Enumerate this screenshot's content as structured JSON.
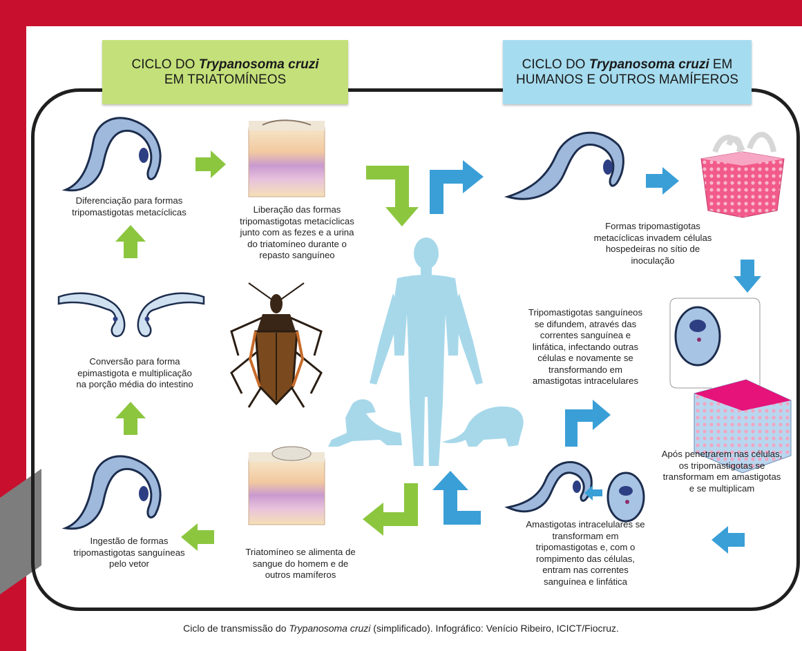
{
  "headers": {
    "left": {
      "line1_prefix": "CICLO DO ",
      "line1_italic": "Trypanosoma cruzi",
      "line2": "EM TRIATOMÍNEOS"
    },
    "right": {
      "line1_prefix": "CICLO DO ",
      "line1_italic": "Trypanosoma cruzi",
      "line1_suffix": " EM",
      "line2": "HUMANOS E OUTROS MAMÍFEROS"
    }
  },
  "triatomine_cycle": {
    "step_differentiation": [
      "Diferenciação para formas",
      "tripomastigotas metacíclicas"
    ],
    "step_release": [
      "Liberação das formas",
      "tripomastigotas metacíclicas",
      "junto com as fezes e a urina",
      "do triatomíneo durante o",
      "repasto sanguíneo"
    ],
    "step_conversion": [
      "Conversão para forma",
      "epimastigota e multiplicação",
      "na porção média do intestino"
    ],
    "step_ingestion": [
      "Ingestão de formas",
      "tripomastigotas sanguíneas",
      "pelo vetor"
    ],
    "step_feeding": [
      "Triatomíneo se alimenta de",
      "sangue do homem e de",
      "outros mamíferos"
    ]
  },
  "human_cycle": {
    "step_invasion": [
      "Formas tripomastigotas",
      "metacíclicas invadem células",
      "hospedeiras no sítio de",
      "inoculação"
    ],
    "step_spread": [
      "Tripomastigotas sanguíneos",
      "se difundem, através das",
      "correntes sanguínea e",
      "linfática, infectando outras",
      "células e novamente se",
      "transformando em",
      "amastigotas intracelulares"
    ],
    "step_amastigotes": [
      "Após penetrarem nas células,",
      "os tripomastigotas se",
      "transformam em amastigotas",
      "e se multiplicam"
    ],
    "step_transform": [
      "Amastigotas intracelulares se",
      "transformam em",
      "tripomastigotas e, com o",
      "rompimento das células,",
      "entram nas correntes",
      "sanguínea e linfática"
    ]
  },
  "caption": {
    "prefix": "Ciclo de transmissão do ",
    "italic": "Trypanosoma cruzi",
    "suffix": " (simplificado). Infográfico: Venício Ribeiro, ICICT/Fiocruz."
  },
  "colors": {
    "brand_red": "#c8102e",
    "green_header": "#c4e07a",
    "blue_header": "#a6dcef",
    "green_arrow": "#8cc63f",
    "blue_arrow": "#3a9fd6",
    "human_silhouette": "#a7d8ea",
    "frame": "#1f1f1f"
  },
  "icons": [
    "trypomastigote-icon",
    "skin-layers-icon",
    "triatomine-bug-icon",
    "human-silhouette-icon",
    "dog-icon",
    "armadillo-icon",
    "infected-cell-icon",
    "host-cell-cube-icon",
    "amastigote-cell-icon"
  ]
}
